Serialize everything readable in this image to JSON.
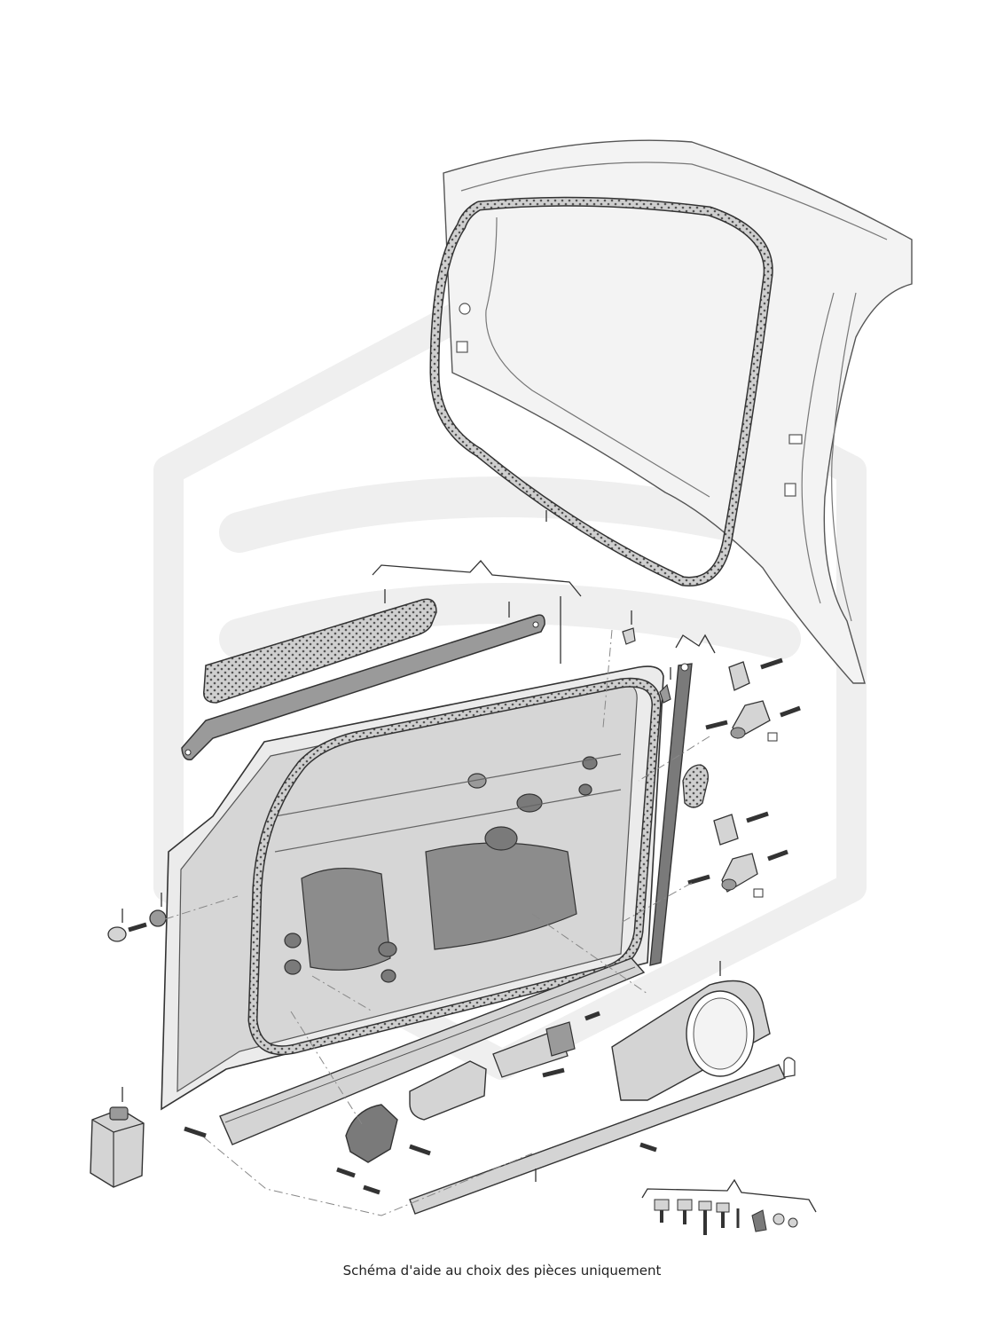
{
  "page": {
    "caption": "Schéma d'aide au choix des pièces uniquement"
  },
  "colors": {
    "line": "#333333",
    "part_fill": "#d4d4d4",
    "part_dark": "#9a9a9a",
    "seal_fill": "#7a7a7a",
    "body_fill": "#f1f1f1",
    "watermark": "#eeeeee",
    "background": "#ffffff"
  },
  "diagram": {
    "subject": "front-door-exploded-view",
    "parts": [
      "body-side-frame",
      "door-opening-seal",
      "window-channel-felt",
      "window-seal-strip",
      "door-shell",
      "door-seal",
      "b-pillar-seal-strip",
      "upper-hinge",
      "lower-hinge",
      "door-check-strap",
      "lower-door-strip",
      "sill-trim-strip",
      "speaker-housing-cover",
      "lock-housing-cap",
      "sealant-bottle",
      "grommet",
      "bolt-assortment"
    ]
  }
}
